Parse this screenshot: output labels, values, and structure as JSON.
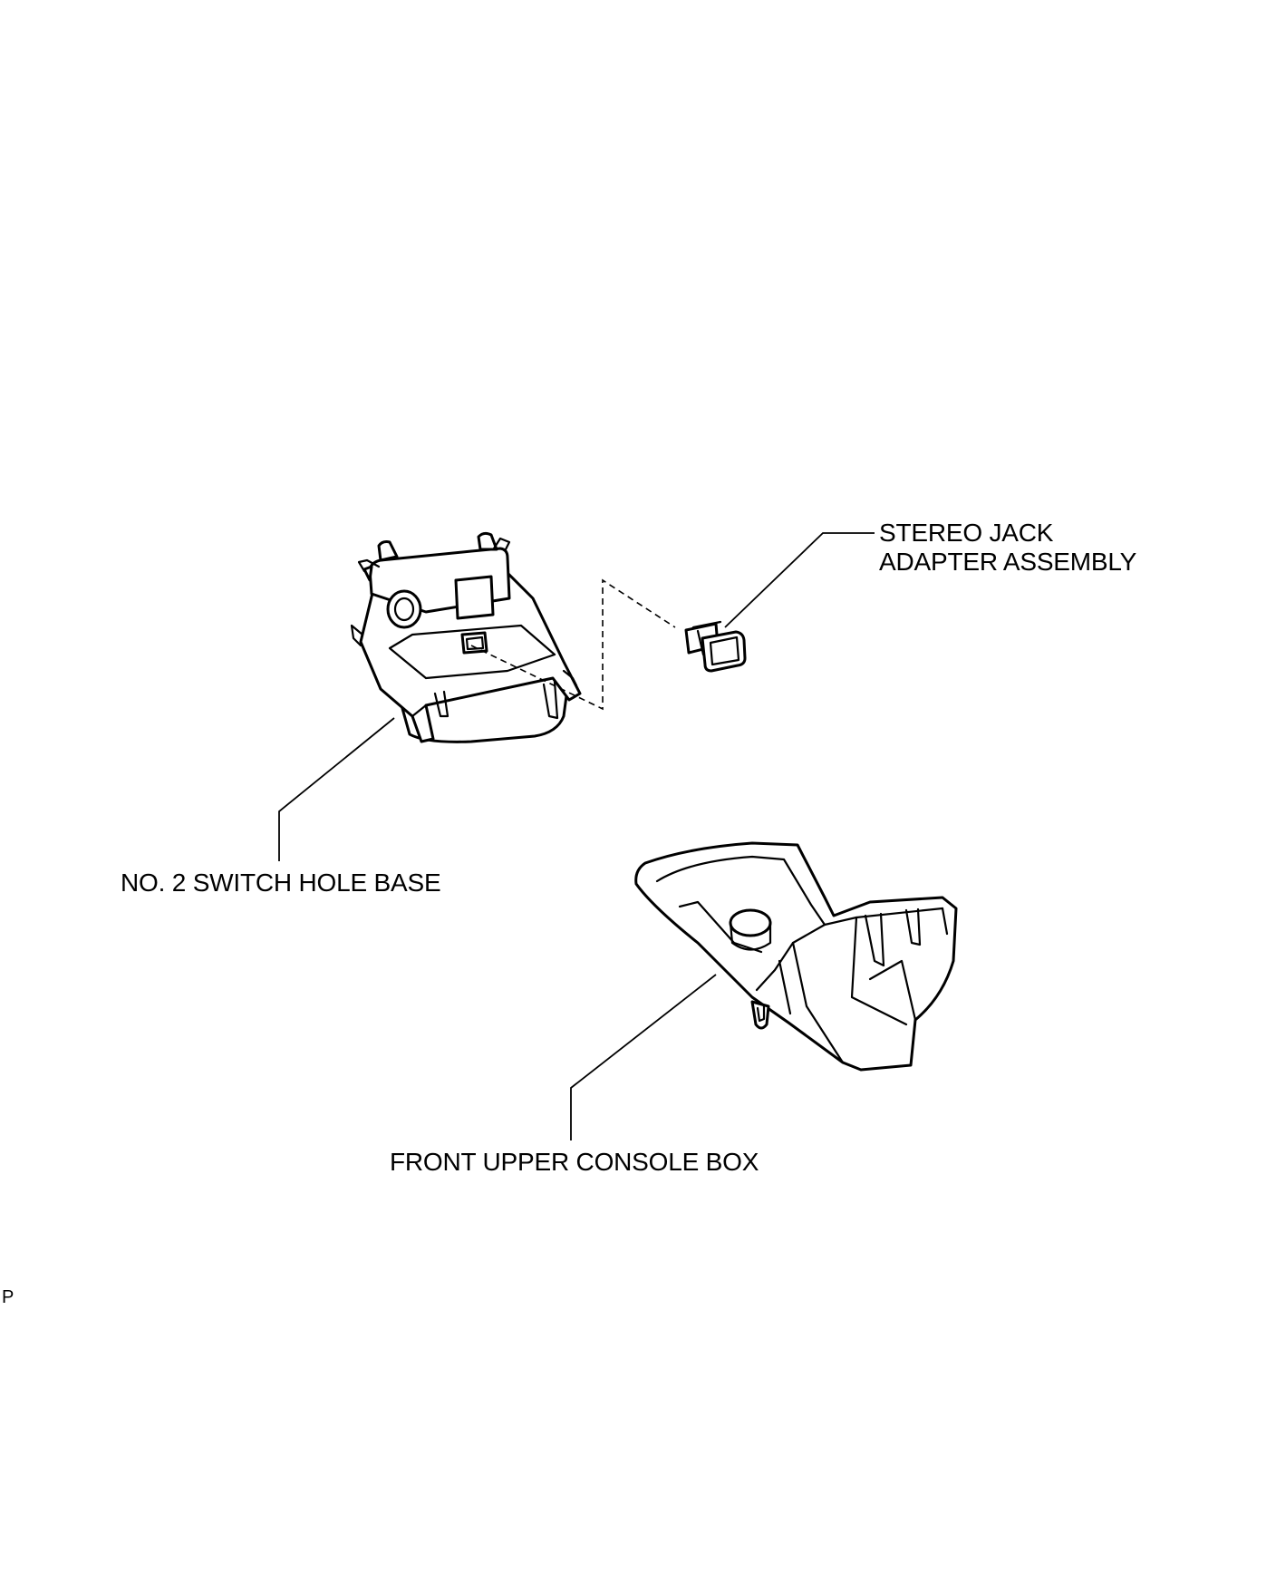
{
  "labels": {
    "stereo_jack_line1": "STEREO JACK",
    "stereo_jack_line2": "ADAPTER ASSEMBLY",
    "switch_hole_base": "NO. 2 SWITCH HOLE BASE",
    "console_box": "FRONT UPPER CONSOLE BOX",
    "corner_mark": "P"
  }
}
